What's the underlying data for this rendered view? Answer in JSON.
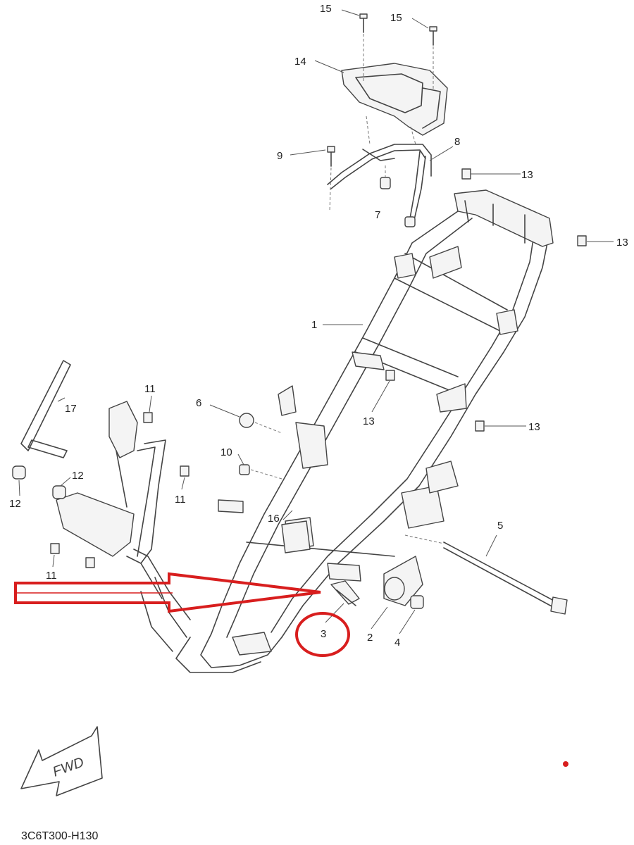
{
  "diagram": {
    "drawing_code": "3C6T300-H130",
    "direction_label": "FWD",
    "callouts": [
      {
        "id": "c15a",
        "text": "15"
      },
      {
        "id": "c15b",
        "text": "15"
      },
      {
        "id": "c14",
        "text": "14"
      },
      {
        "id": "c9",
        "text": "9"
      },
      {
        "id": "c8",
        "text": "8"
      },
      {
        "id": "c7",
        "text": "7"
      },
      {
        "id": "c13a",
        "text": "13"
      },
      {
        "id": "c13b",
        "text": "13"
      },
      {
        "id": "c1",
        "text": "1"
      },
      {
        "id": "c13c",
        "text": "13"
      },
      {
        "id": "c13d",
        "text": "13"
      },
      {
        "id": "c11a",
        "text": "11"
      },
      {
        "id": "c6",
        "text": "6"
      },
      {
        "id": "c17",
        "text": "17"
      },
      {
        "id": "c10",
        "text": "10"
      },
      {
        "id": "c12a",
        "text": "12"
      },
      {
        "id": "c12b",
        "text": "12"
      },
      {
        "id": "c11b",
        "text": "11"
      },
      {
        "id": "c16",
        "text": "16"
      },
      {
        "id": "c5",
        "text": "5"
      },
      {
        "id": "c11c",
        "text": "11"
      },
      {
        "id": "c3",
        "text": "3"
      },
      {
        "id": "c2",
        "text": "2"
      },
      {
        "id": "c4",
        "text": "4"
      }
    ],
    "annotation_color": "#d81e1e",
    "line_color": "#444444"
  }
}
